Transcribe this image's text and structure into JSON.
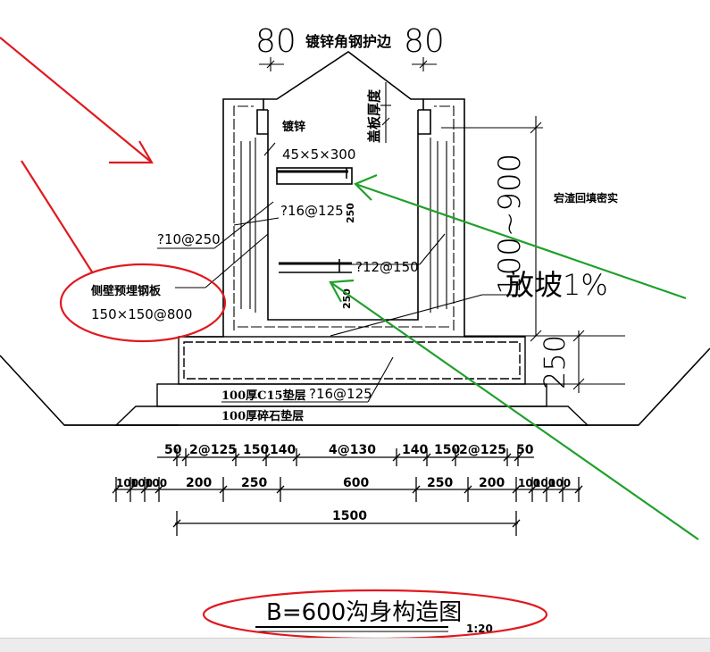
{
  "drawing": {
    "top_dim_left": "80",
    "top_dim_right": "80",
    "top_label": "镀锌角钢护边",
    "label_galv": "镀锌",
    "label_cover_thickness": "盖板厚度",
    "label_angle_steel": "45×5×300",
    "label_rebar_16": "?16@125",
    "label_250_upper": "250",
    "label_rebar_10": "?10@250",
    "label_rebar_12": "?12@150",
    "label_250_lower": "250",
    "label_pad_title": "侧壁预埋钢板",
    "label_pad_size": "150×150@800",
    "label_range": "100~900",
    "label_backfill": "宕渣回填密实",
    "label_slope": "放坡1%",
    "label_250_right": "250",
    "label_bottom_rebar": "?16@125",
    "label_c15": "100厚C15垫层",
    "label_gravel": "100厚碎石垫层",
    "row1": [
      "50",
      "2@125",
      "150",
      "140",
      "4@130",
      "140",
      "150",
      "2@125",
      "50"
    ],
    "row2": [
      "100",
      "100",
      "100",
      "200",
      "250",
      "600",
      "250",
      "200",
      "100",
      "100",
      "100"
    ],
    "total": "1500",
    "title": "B=600沟身构造图",
    "scale": "1:20"
  },
  "colors": {
    "line": "#000000",
    "red_annotation": "#e0191f",
    "green_annotation": "#1fa02a",
    "bottom_bar": "#ececec"
  }
}
